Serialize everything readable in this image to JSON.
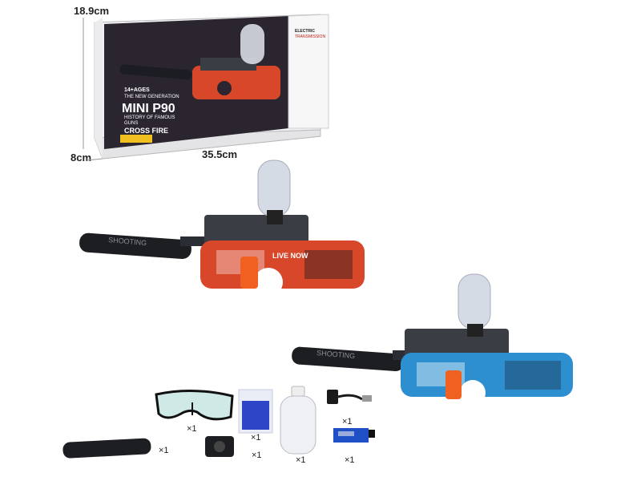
{
  "dimensions": {
    "height": "18.9cm",
    "depth": "8cm",
    "width": "35.5cm"
  },
  "box": {
    "age": "14+AGES",
    "line1": "THE NEW GENERATION",
    "model": "MINI P90",
    "line2": "HISTORY OF FAMOUS",
    "line3": "GUNS",
    "line4": "CROSS FIRE",
    "side_header": "ELECTRIC",
    "side_sub": "TRANSMISSION"
  },
  "blaster_text": {
    "barrel_label": "SHOOTING",
    "slogan": "LIVE NOW"
  },
  "accessories": [
    {
      "name": "goggles",
      "qty": "×1"
    },
    {
      "name": "water-beads-bag",
      "qty": "×1"
    },
    {
      "name": "beads-bottle",
      "qty": "×1"
    },
    {
      "name": "usb-charger",
      "qty": "×1"
    },
    {
      "name": "battery",
      "qty": "×1"
    },
    {
      "name": "suppressor",
      "qty": "×1"
    },
    {
      "name": "adapter",
      "qty": "×1"
    }
  ],
  "colors": {
    "box_dark": "#2b2530",
    "red_wrap": "#d9472b",
    "blue_wrap": "#2e8fd0",
    "gun_black": "#2a2d33"
  }
}
